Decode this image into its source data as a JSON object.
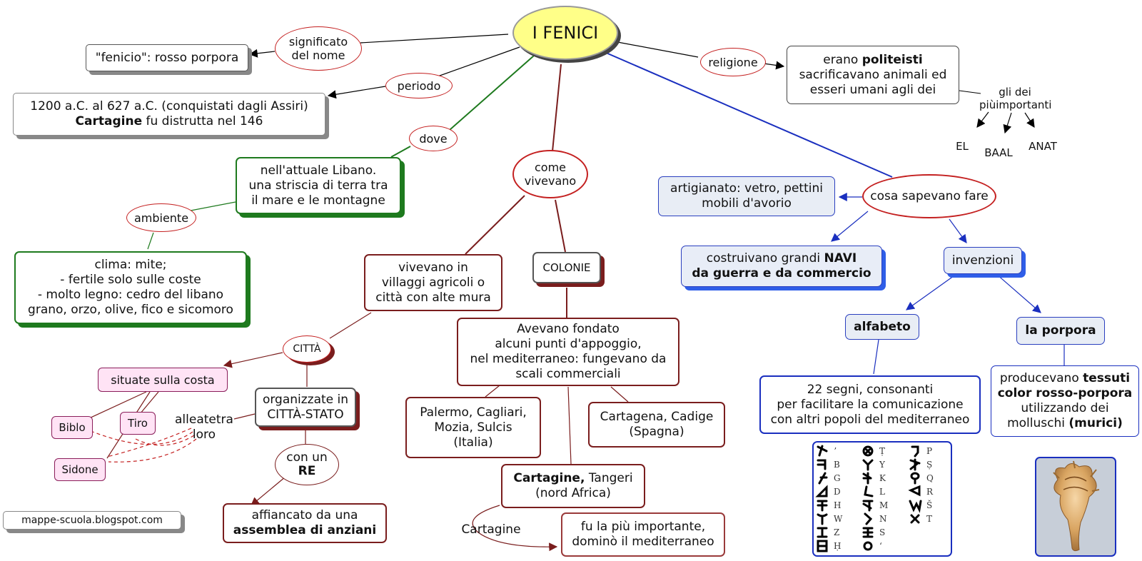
{
  "title": "I FENICI",
  "link_labels": {
    "significato": [
      "significato",
      "del nome"
    ],
    "periodo": "periodo",
    "dove": "dove",
    "come_vivevano": [
      "come",
      "vivevano"
    ],
    "religione": "religione",
    "cosa_sapevano_fare": "cosa sapevano fare",
    "ambiente": "ambiente",
    "citta": "CITTÀ",
    "con_un": "con un",
    "re": "RE",
    "gli_dei": [
      "gli dei più",
      "importanti"
    ],
    "alleate": [
      "alleate",
      "tra loro"
    ],
    "cartagine_link": "Cartagine"
  },
  "concepts": {
    "fenicio": "\"fenicio\": rosso porpora",
    "periodo_text": [
      "1200 a.C.  al 627 a.C. (conquistati dagli Assiri)",
      "Cartagine",
      " fu distrutta nel 146"
    ],
    "libano": [
      "nell'attuale Libano.",
      "una striscia di terra tra",
      "il mare e le montagne"
    ],
    "clima": [
      "clima: mite;",
      "- fertile solo sulle coste",
      "- molto legno: cedro del libano",
      "grano, orzo, olive, fico e sicomoro"
    ],
    "villaggi": [
      "vivevano in",
      "villaggi agricoli o",
      "città con alte mura"
    ],
    "colonie": "COLONIE",
    "fondato": [
      "Avevano fondato",
      "alcuni punti d'appoggio,",
      "nel mediterraneo: fungevano da",
      "scali commerciali"
    ],
    "italia": [
      "Palermo, Cagliari,",
      "Mozia, Sulcis",
      "(Italia)"
    ],
    "spagna": [
      "Cartagena, Cadige",
      "(Spagna)"
    ],
    "africa": [
      "Cartagine,",
      " Tangeri",
      "(nord Africa)"
    ],
    "importante": [
      "fu la più importante,",
      "dominò il mediterraneo"
    ],
    "costa": "situate sulla costa",
    "citta_stato": [
      "organizzate in",
      "CITTÀ-STATO"
    ],
    "assemblea": [
      "affiancato da una",
      "assemblea di anziani"
    ],
    "biblo": "Biblo",
    "tiro": "Tiro",
    "sidone": "Sidone",
    "religione_text": [
      "erano ",
      "politeisti",
      "sacrificavano animali ed",
      "esseri umani agli dei"
    ],
    "dei": [
      "EL",
      "BAAL",
      "ANAT"
    ],
    "artigianato": [
      "artigianato: vetro, pettini",
      "mobili d'avorio"
    ],
    "navi": [
      "costruivano grandi ",
      "NAVI",
      "da guerra e da commercio"
    ],
    "invenzioni": "invenzioni",
    "alfabeto": "alfabeto",
    "porpora": "la porpora",
    "segni": [
      "22 segni, consonanti",
      "per facilitare la comunicazione",
      "con altri popoli del mediterraneo"
    ],
    "tessuti": [
      "producevano ",
      "tessuti",
      "color rosso-porpora",
      "utilizzando dei",
      "molluschi ",
      "(murici)"
    ]
  },
  "alphabet_letters": [
    "ʼ",
    "B",
    "G",
    "D",
    "H",
    "W",
    "Z",
    "Ḥ",
    "Ṭ",
    "Y",
    "K",
    "L",
    "M",
    "N",
    "S",
    "ʻ",
    "P",
    "Ṣ",
    "Q",
    "R",
    "Š",
    "T"
  ],
  "footer": "mappe-scuola.blogspot.com",
  "colors": {
    "accent_red": "#c42020",
    "dark_red": "#7a1d1d",
    "green": "#1e7a1e",
    "blue": "#1a2fbf",
    "title_fill": "#ffff88",
    "pink_fill": "#ffe3f5"
  }
}
